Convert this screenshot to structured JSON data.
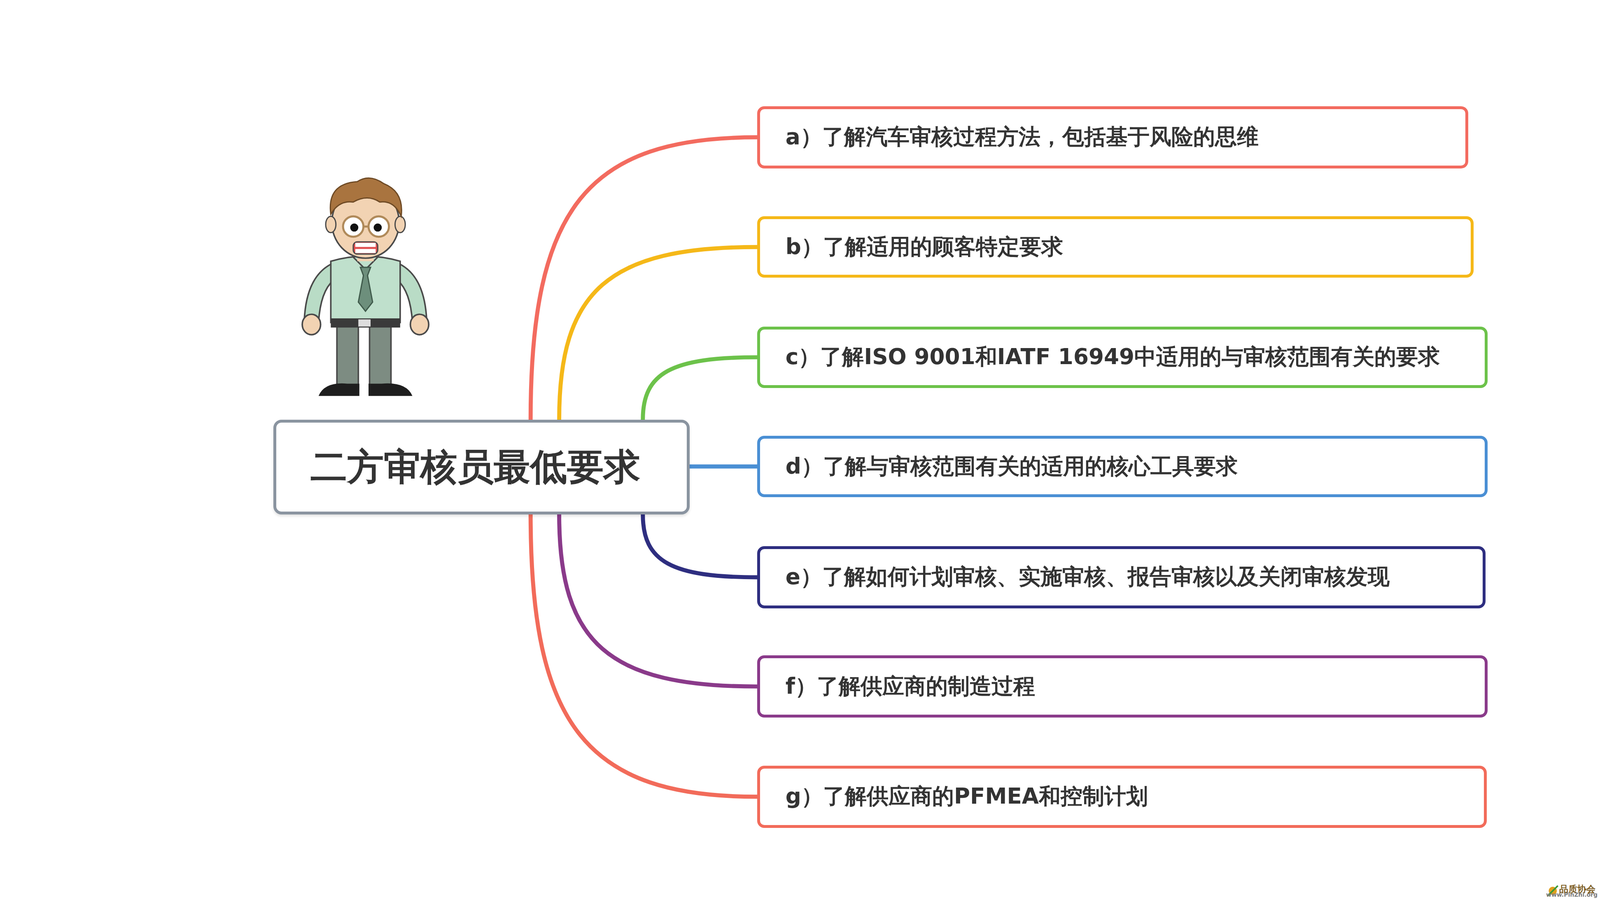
{
  "diagram": {
    "nodes": [
      {
        "text": [
          "二方审核员最低要求"
        ]
      },
      {
        "text": [
          "a）了解汽车审核过程方法，包括基于风险的思维"
        ]
      },
      {
        "text": [
          "b）了解适用的顾客特定要求"
        ]
      },
      {
        "text": [
          "c）了解ISO 9001和IATF 16949中适用的与审核范围有关的要求"
        ]
      },
      {
        "text": [
          "d）了解与审核范围有关的适用的核心工具要求"
        ]
      },
      {
        "text": [
          "e）了解如何计划审核、实施审核、报告审核以及关闭审核发现"
        ]
      },
      {
        "text": [
          "f）了解供应商的制造过程"
        ]
      },
      {
        "text": [
          "g）了解供应商的PFMEA和控制计划"
        ]
      }
    ],
    "edges": [
      {
        "from": 0,
        "to": 1,
        "arrow": "none"
      },
      {
        "from": 0,
        "to": 2,
        "arrow": "none"
      },
      {
        "from": 0,
        "to": 3,
        "arrow": "none"
      },
      {
        "from": 0,
        "to": 4,
        "arrow": "none"
      },
      {
        "from": 0,
        "to": 5,
        "arrow": "none"
      },
      {
        "from": 0,
        "to": 6,
        "arrow": "none"
      },
      {
        "from": 0,
        "to": 7,
        "arrow": "none"
      }
    ],
    "labels": [
      "品质协会",
      "www.PinZhi.org"
    ]
  }
}
